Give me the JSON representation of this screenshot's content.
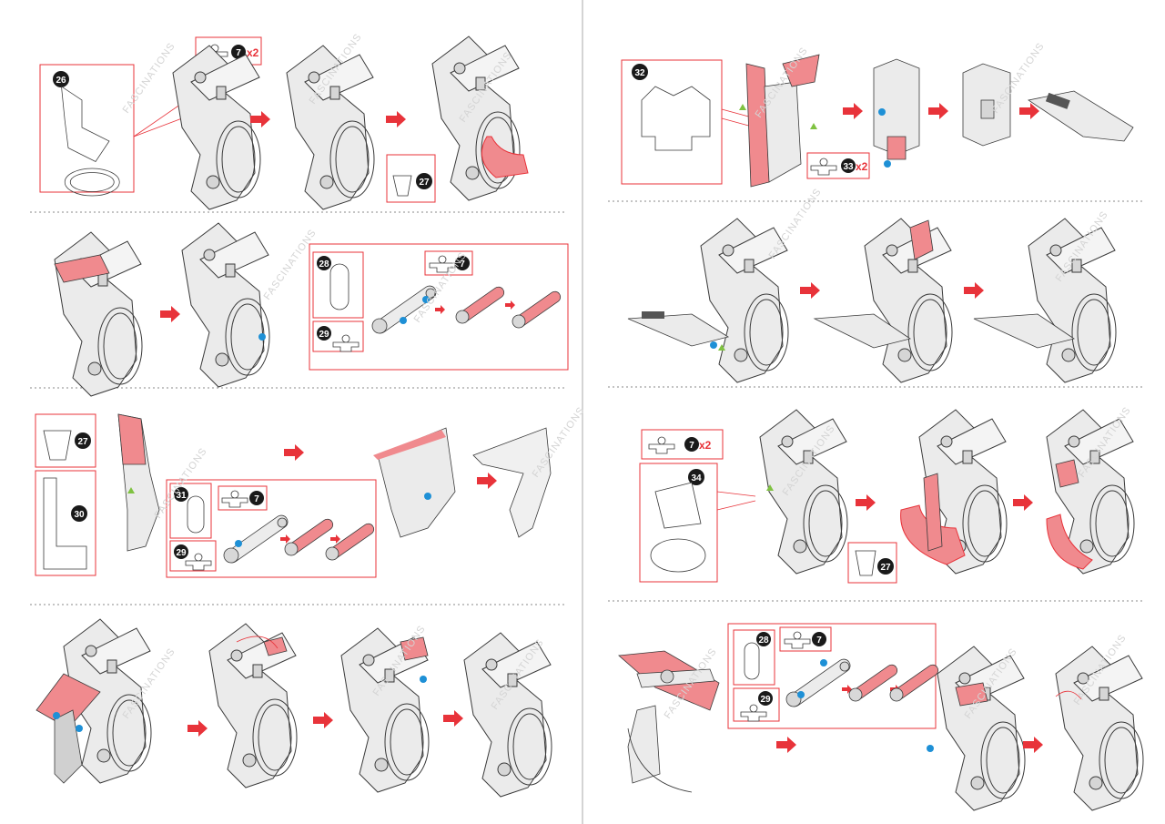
{
  "page": {
    "left_page": {
      "steps": [
        {
          "part": "26",
          "callout_part": "7",
          "callout_qty": "x2",
          "bottom_part": "27"
        },
        {
          "parts": [
            "28",
            "29"
          ],
          "callout_part": "7"
        },
        {
          "parts": [
            "27",
            "30",
            "31",
            "29"
          ],
          "callout_part": "7"
        },
        {}
      ]
    },
    "right_page": {
      "steps": [
        {
          "part": "32",
          "callout_part": "33",
          "callout_qty": "x2"
        },
        {},
        {
          "part": "34",
          "callout_part": "7",
          "callout_qty": "x2",
          "bottom_part": "27"
        },
        {
          "parts": [
            "28",
            "29"
          ],
          "callout_part": "7"
        }
      ]
    },
    "watermark": "FASCINATIONS"
  },
  "colors": {
    "accent_red": "#e8333a",
    "part_pink": "#f08a8e",
    "part_grey": "#e4e4e4",
    "outline": "#3a3a3a",
    "blue_dot": "#1e90d6",
    "green_tri": "#7fc241",
    "divider": "#888888"
  },
  "icons": [
    "arrow-right-icon",
    "part-badge-icon",
    "blue-dot-icon",
    "green-triangle-icon"
  ]
}
